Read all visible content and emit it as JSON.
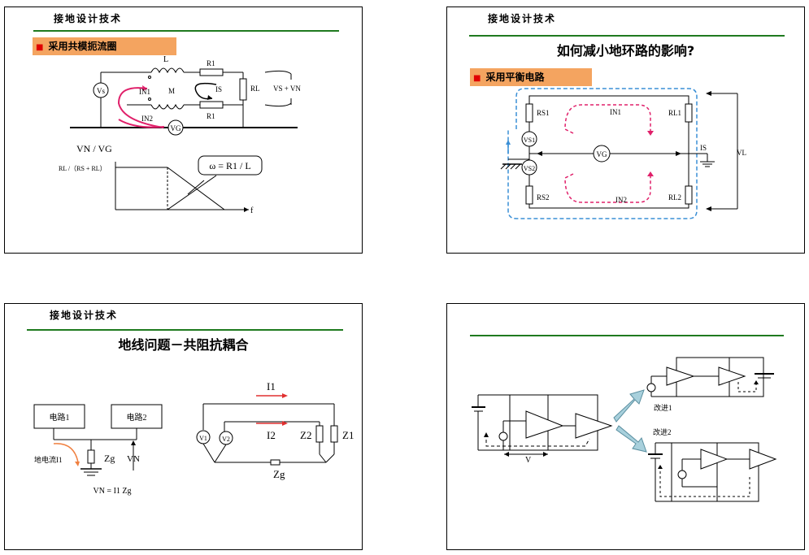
{
  "slide1": {
    "header": "接地设计技术",
    "tag": "采用共模扼流圈",
    "labels": {
      "L": "L",
      "R1a": "R1",
      "R1b": "R1",
      "RL": "RL",
      "VSVN": "VS + VN",
      "Vs": "Vs",
      "IN1": "IN1",
      "IN2": "IN2",
      "M": "M",
      "IS": "IS",
      "VG": "VG",
      "ylabel": "VN / VG",
      "ytick": "RL /（RS + RL）",
      "omega": "ω = R1 / L",
      "xlabel": "f"
    }
  },
  "slide2": {
    "header": "接地设计技术",
    "title": "如何减小地环路的影响?",
    "tag": "采用平衡电路",
    "labels": {
      "RS1": "RS1",
      "IN1": "IN1",
      "RL1": "RL1",
      "VS1": "VS1",
      "VG": "VG",
      "IS": "IS",
      "VL": "VL",
      "VS2": "VS2",
      "RS2": "RS2",
      "IN2": "IN2",
      "RL2": "RL2"
    }
  },
  "slide3": {
    "header": "接地设计技术",
    "title": "地线问题－共阻抗耦合",
    "labels": {
      "circuit1": "电路1",
      "circuit2": "电路2",
      "ground_current": "地电流I1",
      "Zg": "Zg",
      "VN": "VN",
      "formula": "VN = I1 Zg",
      "I1": "I1",
      "I2": "I2",
      "Z2": "Z2",
      "Z1": "Z1",
      "Zg2": "Zg",
      "V1": "V1",
      "V2": "V2"
    }
  },
  "slide4": {
    "labels": {
      "improve1": "改进1",
      "improve2": "改进2",
      "V": "V"
    }
  },
  "colors": {
    "rule": "#1f7a1f",
    "tag": "#f4a460",
    "loop_pink": "#e0206a",
    "loop_blue": "#3a8fd6",
    "arrow_fill": "#a8d0dc"
  }
}
